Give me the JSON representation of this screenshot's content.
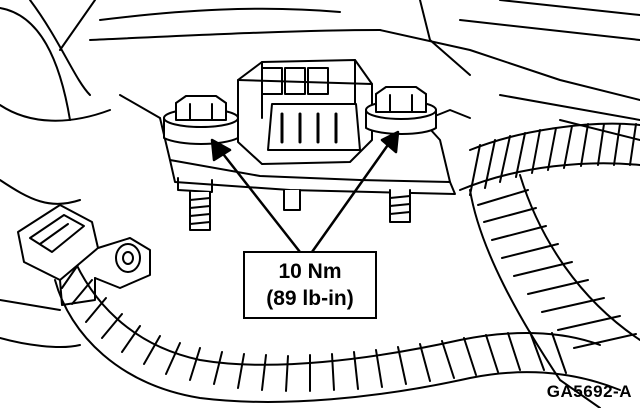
{
  "callout": {
    "line1": "10 Nm",
    "line2": "(89 lb-in)"
  },
  "figure_id": "GA5692-A",
  "colors": {
    "ink": "#000000",
    "paper": "#ffffff"
  }
}
